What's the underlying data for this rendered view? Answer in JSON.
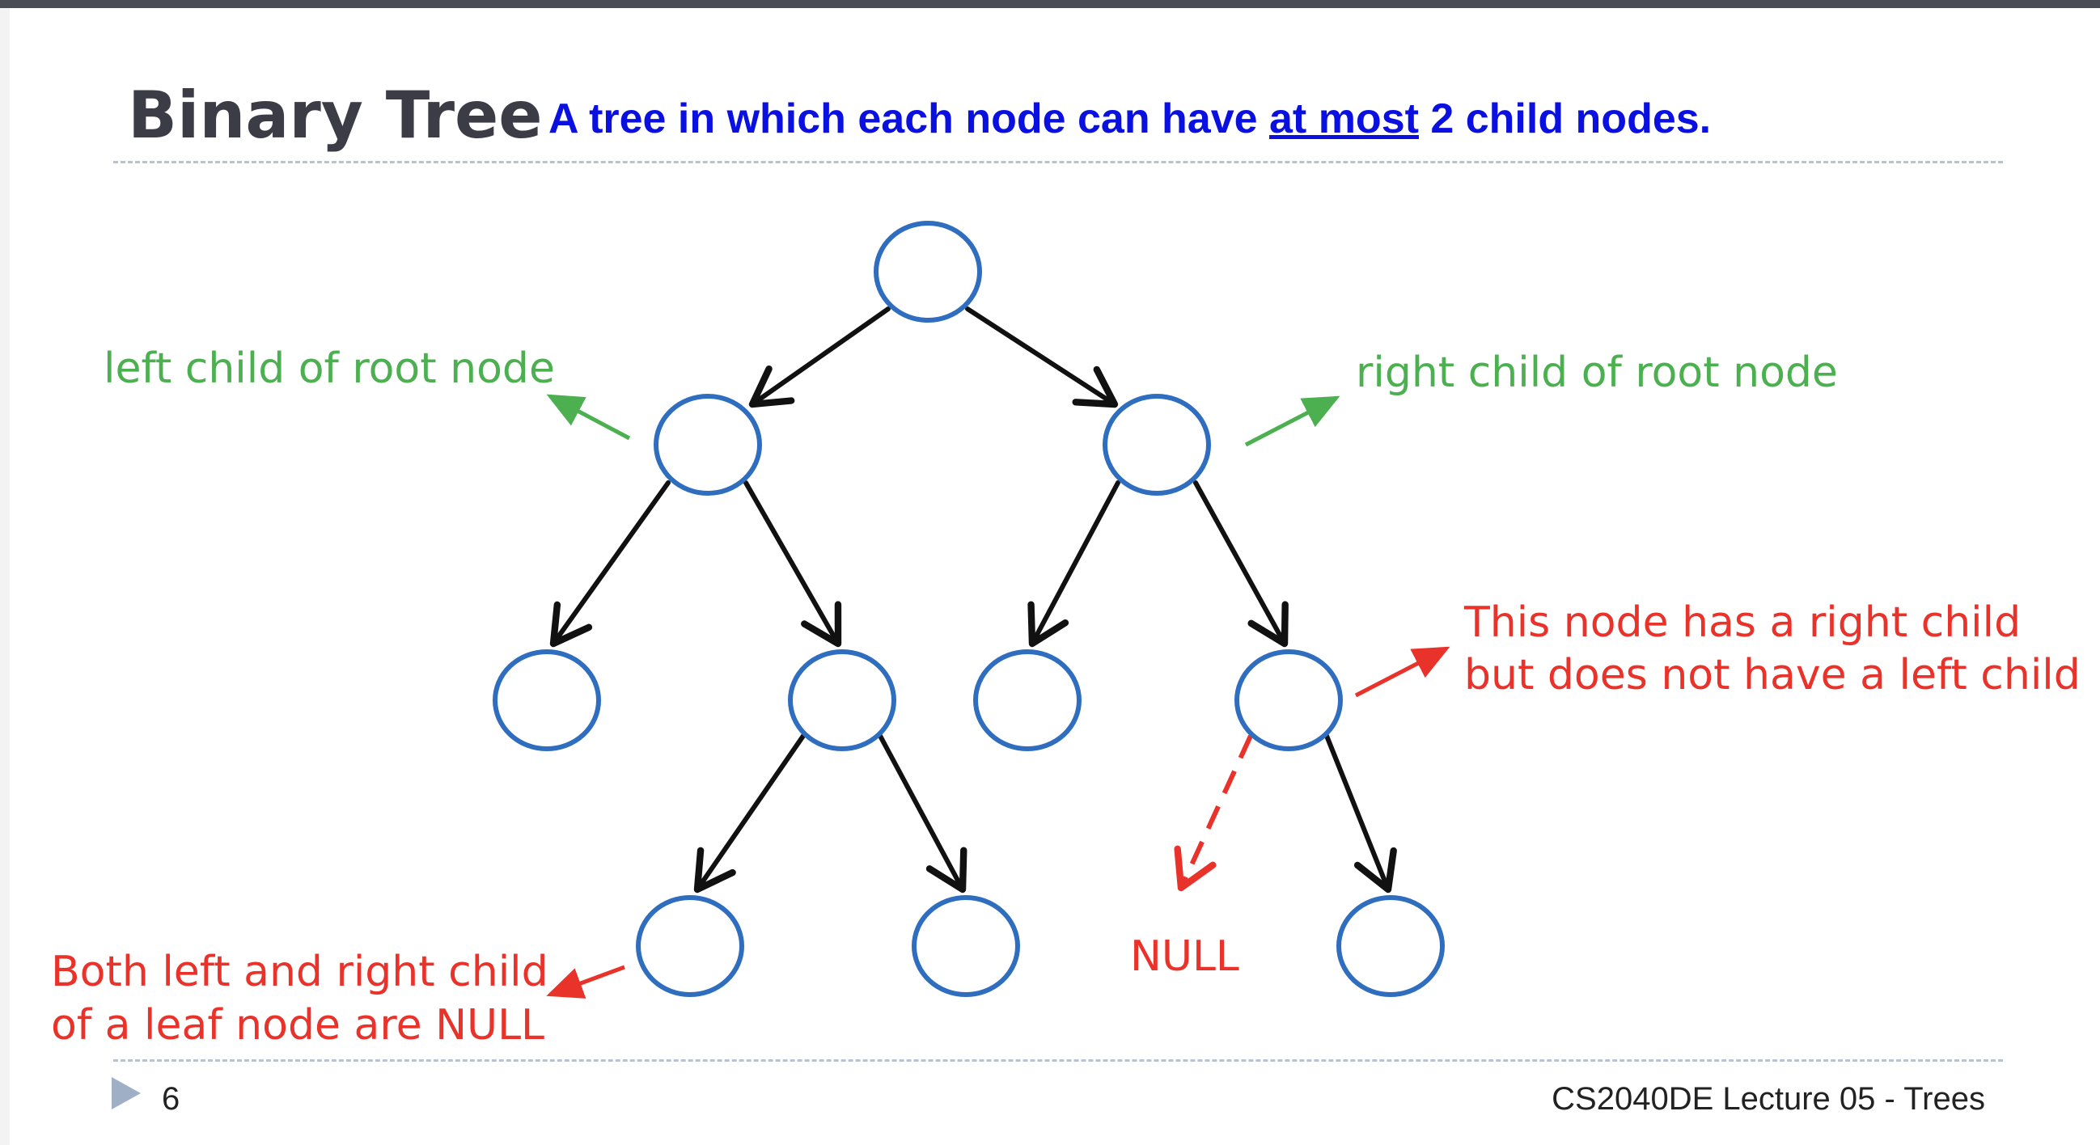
{
  "slide": {
    "title": "Binary Tree",
    "subtitle": {
      "before": "A tree in which each node can have ",
      "emphasis": "at most",
      "after": " 2 child nodes."
    },
    "footer": {
      "page_number": "6",
      "course": "CS2040DE Lecture 05 - Trees"
    }
  },
  "diagram": {
    "annotations": {
      "left_child": "left child of root node",
      "right_child": "right child of root node",
      "right_only_line1": "This node has a right child",
      "right_only_line2": "but does not have a left child",
      "leaf_line1": "Both left and right child",
      "leaf_line2": "of a leaf node are NULL",
      "null": "NULL"
    }
  },
  "colors": {
    "title": "#3c3c46",
    "subtitle": "#0a10e0",
    "node_stroke": "#2f6dbf",
    "edge": "#111111",
    "annotation_green": "#4caf50",
    "annotation_red": "#e8322a"
  }
}
